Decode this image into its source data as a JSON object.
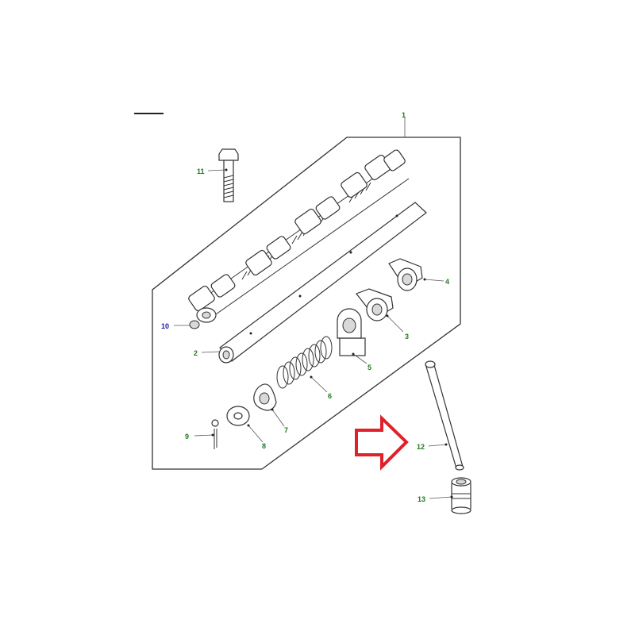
{
  "colors": {
    "callout_green": "#1f7a1f",
    "callout_blue": "#1a1aa6",
    "arrow_red": "#e0202a",
    "line": "#333333"
  },
  "icons": {
    "arrow": "right-arrow-outline-icon"
  },
  "callouts": {
    "c1": "1",
    "c2": "2",
    "c3": "3",
    "c4": "4",
    "c5": "5",
    "c6": "6",
    "c7": "7",
    "c8": "8",
    "c9": "9",
    "c10": "10",
    "c11": "11",
    "c12": "12",
    "c13": "13"
  }
}
